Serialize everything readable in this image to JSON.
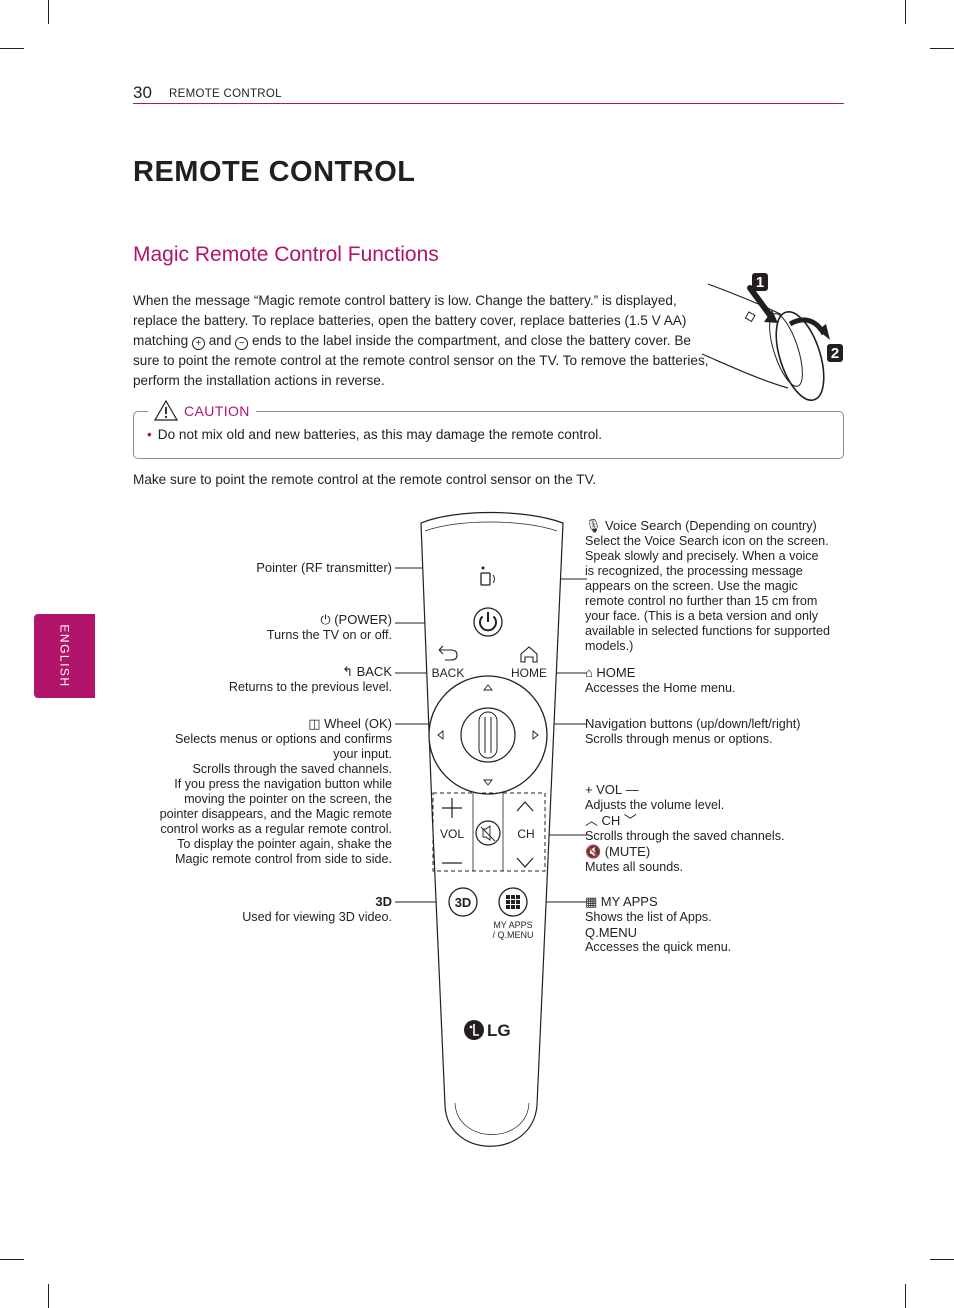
{
  "header": {
    "page_number": "30",
    "running_title": "REMOTE CONTROL"
  },
  "title": "REMOTE CONTROL",
  "section_title": "Magic Remote Control Functions",
  "intro": {
    "part1": "When the message “Magic remote control battery is low. Change the battery.” is displayed, replace the battery. To replace batteries, open the battery cover, replace batteries (1.5 V AA) matching ",
    "plus_symbol": "+",
    "and": " and ",
    "minus_symbol": "−",
    "part2": " ends to the label inside the compartment, and close the battery cover. Be sure to point the remote control at the remote control sensor on the TV. To remove the batteries, perform the installation actions in reverse."
  },
  "battery_figure": {
    "step1": "1",
    "step2": "2"
  },
  "caution": {
    "label": "CAUTION",
    "text": "Do not mix old and new batteries, as this may damage the remote control."
  },
  "note": "Make sure to point the remote control at the remote control sensor on the TV.",
  "side_tab": "ENGLISH",
  "remote": {
    "back": "BACK",
    "home": "HOME",
    "vol": "VOL",
    "ch": "CH",
    "my_apps": "MY APPS",
    "qmenu": "/ Q.MENU",
    "three_d": "3D",
    "logo": "LG"
  },
  "left_labels": {
    "pointer": "Pointer (RF transmitter)",
    "power_title": "(POWER)",
    "power_desc": "Turns the TV on or off.",
    "back_title": "BACK",
    "back_desc": "Returns to the previous level.",
    "wheel_title": "Wheel (OK)",
    "wheel_desc": [
      "Selects menus or options and confirms",
      "your input.",
      "Scrolls through the saved channels.",
      "If you press the navigation button while",
      "moving the pointer on the screen, the",
      "pointer disappears, and the Magic remote",
      "control works as a regular remote control.",
      "To display the pointer again, shake the",
      "Magic remote control from side to side."
    ],
    "three_d_desc": "Used for viewing 3D video."
  },
  "right_labels": {
    "voice_title": "Voice Search",
    "voice_note": "(Depending on country)",
    "voice_desc": [
      "Select the Voice Search icon on the screen.",
      "Speak slowly and precisely. When a voice",
      "is recognized, the processing message",
      "appears on the screen. Use the magic",
      "remote control no further than 15 cm from",
      "your face. (This is a beta version and only",
      "available in selected functions for supported",
      "models.)"
    ],
    "home_title": "HOME",
    "home_desc": "Accesses the Home menu.",
    "nav_title": "Navigation buttons",
    "nav_note": "(up/down/left/right)",
    "nav_desc": "Scrolls through menus or options.",
    "vol_title": "VOL",
    "vol_desc": "Adjusts the volume level.",
    "ch_title": "CH",
    "ch_desc": "Scrolls through the saved channels.",
    "mute_title": "(MUTE)",
    "mute_desc": "Mutes all sounds.",
    "apps_title": "MY APPS",
    "apps_desc": "Shows the list of Apps.",
    "qmenu_title": "Q.MENU",
    "qmenu_desc": "Accesses the quick menu."
  }
}
